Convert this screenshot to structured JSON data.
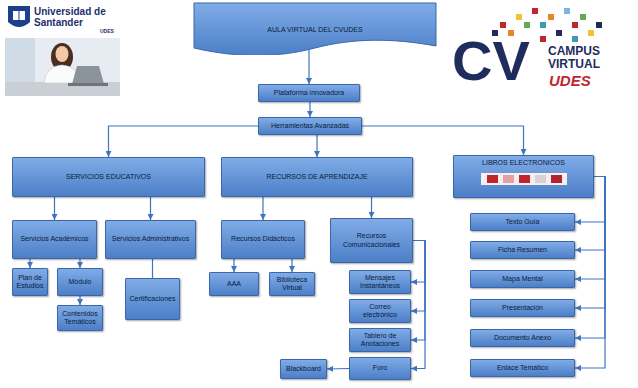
{
  "diagram": {
    "nodes": [
      {
        "text": [
          "AULA VIRTUAL DEL CVUDES"
        ]
      },
      {
        "text": [
          "Plataforma innovadora"
        ]
      },
      {
        "text": [
          "Herramientas Avanzadas"
        ]
      },
      {
        "text": [
          "SERVICIOS EDUCATIVOS"
        ]
      },
      {
        "text": [
          "RECURSOS DE APRENDIZAJE"
        ]
      },
      {
        "text": [
          "LIBROS ELECTRONICOS"
        ]
      },
      {
        "text": [
          "Servicios Académicos"
        ]
      },
      {
        "text": [
          "Servicios Administrativos"
        ]
      },
      {
        "text": [
          "Recursos Didácticos"
        ]
      },
      {
        "text": [
          "Recursos Comunicacionales"
        ]
      },
      {
        "text": [
          "Plan de Estudios"
        ]
      },
      {
        "text": [
          "Módulo"
        ]
      },
      {
        "text": [
          "Contenidos Temáticos"
        ]
      },
      {
        "text": [
          "Certificaciones"
        ]
      },
      {
        "text": [
          "AAA"
        ]
      },
      {
        "text": [
          "Biblioteca Virtual"
        ]
      },
      {
        "text": [
          "Mensajes Instantáneos"
        ]
      },
      {
        "text": [
          "Correo electrónico"
        ]
      },
      {
        "text": [
          "Tablero de Anotaciones"
        ]
      },
      {
        "text": [
          "Blackboard"
        ]
      },
      {
        "text": [
          "Foro"
        ]
      },
      {
        "text": [
          "Texto Guía"
        ]
      },
      {
        "text": [
          "Ficha Resumen"
        ]
      },
      {
        "text": [
          "Mapa Mental"
        ]
      },
      {
        "text": [
          "Presentación"
        ]
      },
      {
        "text": [
          "Documento Anexo"
        ]
      },
      {
        "text": [
          "Enlace Temático"
        ]
      }
    ],
    "edges": [
      {
        "from": 0,
        "to": 1,
        "arrow": "to"
      },
      {
        "from": 1,
        "to": 2,
        "arrow": "to"
      },
      {
        "from": 2,
        "to": 3,
        "arrow": "to"
      },
      {
        "from": 2,
        "to": 4,
        "arrow": "to"
      },
      {
        "from": 2,
        "to": 5,
        "arrow": "to"
      },
      {
        "from": 3,
        "to": 6,
        "arrow": "to"
      },
      {
        "from": 3,
        "to": 7,
        "arrow": "to"
      },
      {
        "from": 4,
        "to": 8,
        "arrow": "to"
      },
      {
        "from": 4,
        "to": 9,
        "arrow": "to"
      },
      {
        "from": 6,
        "to": 10,
        "arrow": "to"
      },
      {
        "from": 6,
        "to": 11,
        "arrow": "to"
      },
      {
        "from": 11,
        "to": 12,
        "arrow": "to"
      },
      {
        "from": 7,
        "to": 13,
        "arrow": "none"
      },
      {
        "from": 8,
        "to": 14,
        "arrow": "to"
      },
      {
        "from": 8,
        "to": 15,
        "arrow": "to"
      },
      {
        "from": 9,
        "to": 16,
        "arrow": "to"
      },
      {
        "from": 9,
        "to": 17,
        "arrow": "to"
      },
      {
        "from": 9,
        "to": 18,
        "arrow": "to"
      },
      {
        "from": 9,
        "to": 20,
        "arrow": "to"
      },
      {
        "from": 20,
        "to": 19,
        "arrow": "to"
      },
      {
        "from": 5,
        "to": 21,
        "arrow": "to"
      },
      {
        "from": 5,
        "to": 22,
        "arrow": "to"
      },
      {
        "from": 5,
        "to": 23,
        "arrow": "to"
      },
      {
        "from": 5,
        "to": 24,
        "arrow": "to"
      },
      {
        "from": 5,
        "to": 25,
        "arrow": "to"
      },
      {
        "from": 5,
        "to": 26,
        "arrow": "to"
      }
    ],
    "labels": [
      "Universidad de Santander",
      "UDES",
      "CV",
      "CAMPUS VIRTUAL",
      "UDES"
    ]
  }
}
